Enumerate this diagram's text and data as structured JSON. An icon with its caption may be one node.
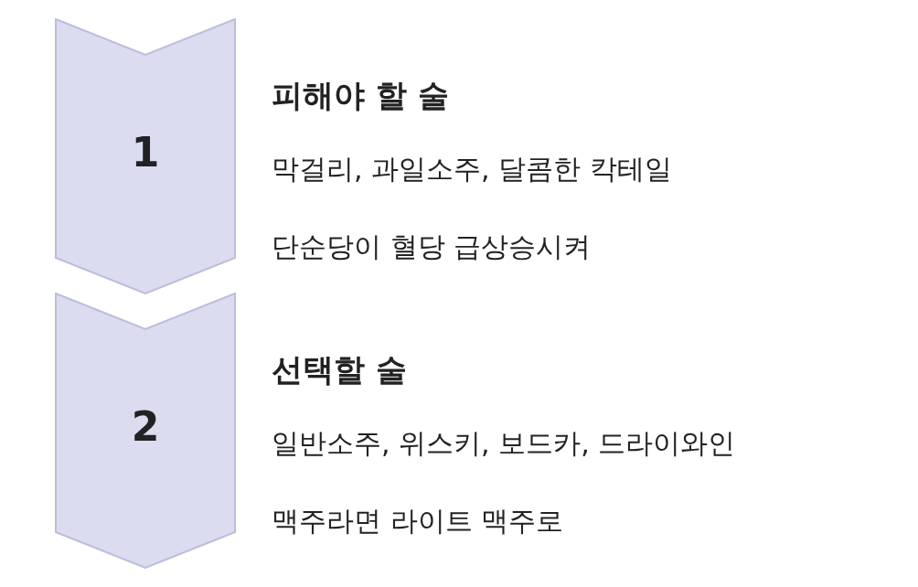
{
  "diagram": {
    "nodes": [
      {
        "text": [
          "1"
        ],
        "beside": [
          "피해야 할 술",
          "막걸리, 과일소주, 달콤한 칵테일",
          "단순당이 혈당 급상승시켜"
        ]
      },
      {
        "text": [
          "2"
        ],
        "beside": [
          "선택할 술",
          "일반소주, 위스키, 보드카, 드라이와인",
          "맥주라면 라이트 맥주로"
        ]
      }
    ],
    "edges": []
  }
}
